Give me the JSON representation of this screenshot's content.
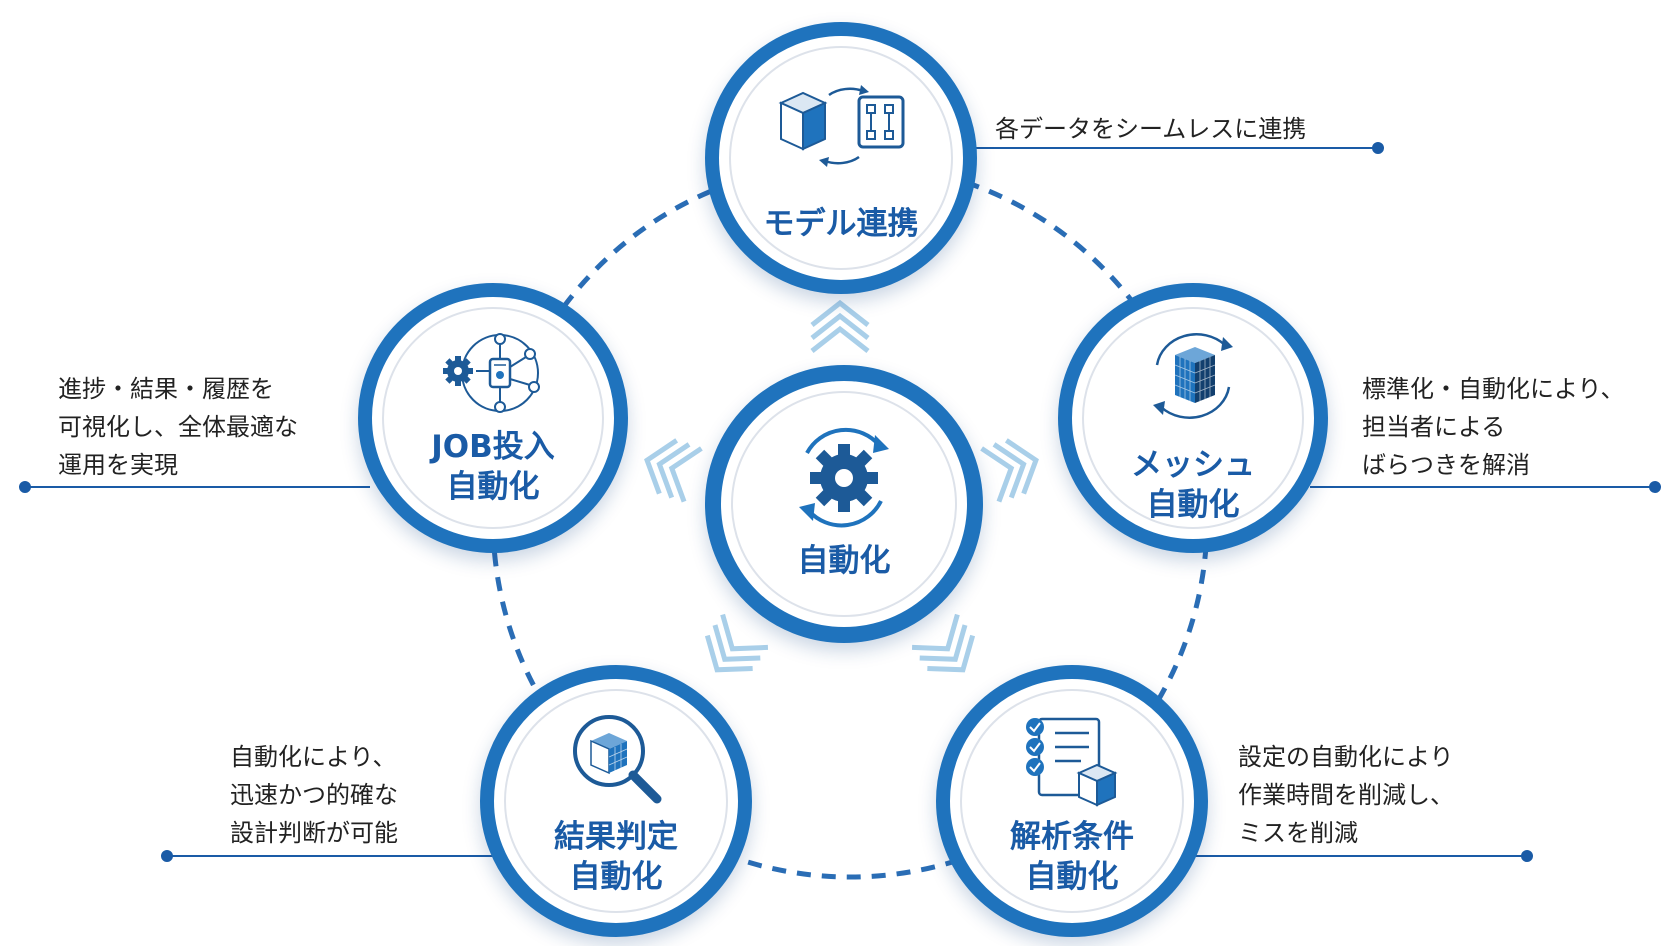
{
  "colors": {
    "ring": "#1f73bd",
    "label": "#1a5ba6",
    "dash": "#2a6db5",
    "chevron": "#a9cfe9",
    "leader": "#1a5ba6",
    "text": "#222222"
  },
  "center": {
    "label": "自動化",
    "icon": "gear-cycle-icon"
  },
  "nodes": {
    "model": {
      "label_lines": [
        "モデル連携"
      ],
      "icon": "cube-sync-icon",
      "description": [
        "各データをシームレスに連携"
      ]
    },
    "mesh": {
      "label_lines": [
        "メッシュ",
        "自動化"
      ],
      "icon": "mesh-block-icon",
      "description": [
        "標準化・自動化により、",
        "担当者による",
        "ばらつきを解消"
      ]
    },
    "analysis": {
      "label_lines": [
        "解析条件",
        "自動化"
      ],
      "icon": "checklist-cube-icon",
      "description": [
        "設定の自動化により",
        "作業時間を削減し、",
        "ミスを削減"
      ]
    },
    "result": {
      "label_lines": [
        "結果判定",
        "自動化"
      ],
      "icon": "magnifier-cube-icon",
      "description": [
        "自動化により、",
        "迅速かつ的確な",
        "設計判断が可能"
      ]
    },
    "job": {
      "label_lines": [
        "JOB投入",
        "自動化"
      ],
      "icon": "network-gear-icon",
      "description": [
        "進捗・結果・履歴を",
        "可視化し、全体最適な",
        "運用を実現"
      ]
    }
  }
}
